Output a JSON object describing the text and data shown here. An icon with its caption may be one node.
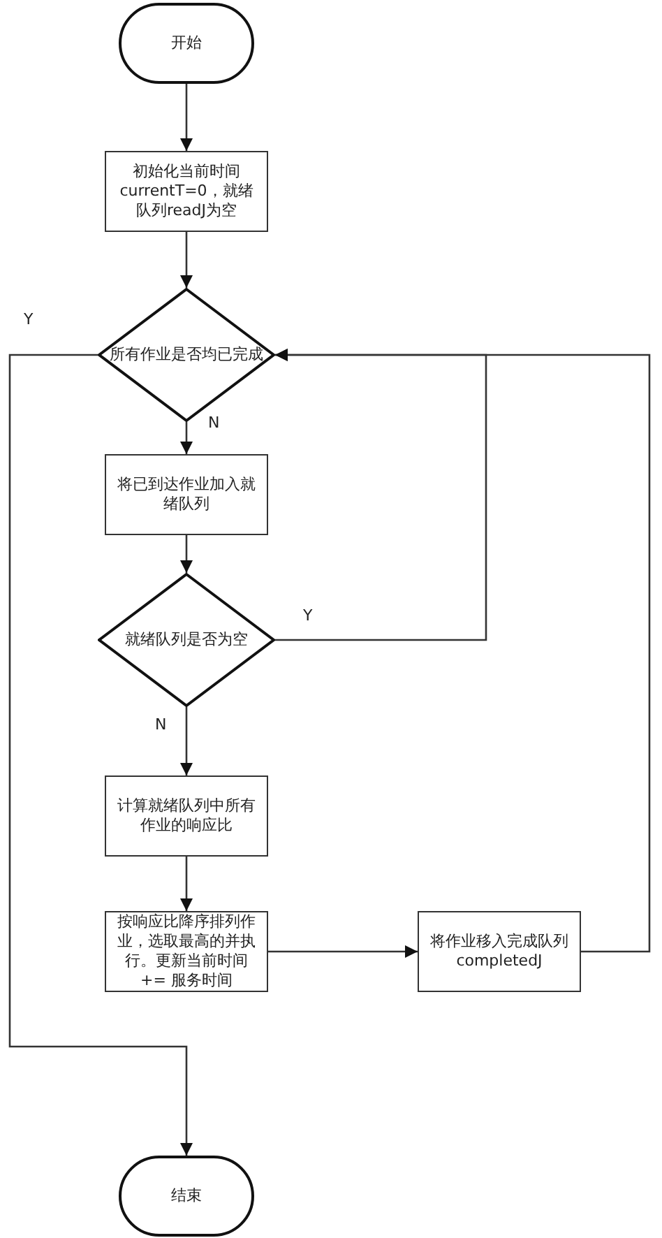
{
  "diagram": {
    "nodes": [
      {
        "text": [
          "开始"
        ]
      },
      {
        "text": [
          "初始化当前时间currentT=0，就绪队列readJ为空"
        ]
      },
      {
        "text": [
          "所有作业是否均已完成"
        ]
      },
      {
        "text": [
          "将已到达作业加入就绪队列"
        ]
      },
      {
        "text": [
          "就绪队列是否为空"
        ]
      },
      {
        "text": [
          "计算就绪队列中所有作业的响应比"
        ]
      },
      {
        "text": [
          "按响应比降序排列作业，选取最高的并执行。更新当前时间 += 服务时间"
        ]
      },
      {
        "text": [
          "将作业移入完成队列completedJ"
        ]
      },
      {
        "text": [
          "结束"
        ]
      }
    ],
    "edges": [
      {
        "from": 0,
        "to": 1,
        "arrow": "to"
      },
      {
        "from": 1,
        "to": 2,
        "arrow": "to"
      },
      {
        "from": 2,
        "to": 3,
        "arrow": "to",
        "label": "N"
      },
      {
        "from": 3,
        "to": 4,
        "arrow": "to"
      },
      {
        "from": 4,
        "to": 5,
        "arrow": "to",
        "label": "N"
      },
      {
        "from": 5,
        "to": 6,
        "arrow": "to"
      },
      {
        "from": 6,
        "to": 7,
        "arrow": "to"
      },
      {
        "from": 7,
        "to": 2,
        "arrow": "to"
      },
      {
        "from": 4,
        "to": 2,
        "arrow": "to",
        "label": "Y"
      },
      {
        "from": 2,
        "to": 8,
        "arrow": "to",
        "label": "Y"
      }
    ]
  }
}
